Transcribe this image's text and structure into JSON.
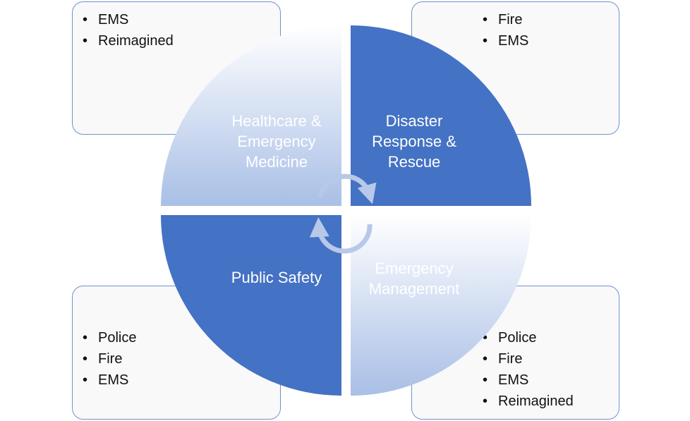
{
  "quadrants": {
    "top_left": {
      "label": [
        "Healthcare &",
        "Emergency",
        "Medicine"
      ]
    },
    "top_right": {
      "label": [
        "Disaster",
        "Response &",
        "Rescue"
      ]
    },
    "bottom_left": {
      "label": [
        "Public Safety"
      ]
    },
    "bottom_right": {
      "label": [
        "Emergency",
        "Management"
      ]
    }
  },
  "boxes": {
    "top_left": {
      "items": [
        "EMS",
        "Reimagined"
      ]
    },
    "top_right": {
      "items": [
        "Fire",
        "EMS"
      ]
    },
    "bottom_left": {
      "items": [
        "Police",
        "Fire",
        "EMS"
      ]
    },
    "bottom_right": {
      "items": [
        "Police",
        "Fire",
        "EMS",
        "Reimagined"
      ]
    }
  },
  "bullet_glyph": "•",
  "colors": {
    "solid_quadrant": "#4472c4",
    "gradient_light": "#ffffff",
    "gradient_dark": "#a9bfe6",
    "box_border": "#6f93cf",
    "box_fill": "#f9f9f9",
    "arrow": "#b8c8e8"
  }
}
